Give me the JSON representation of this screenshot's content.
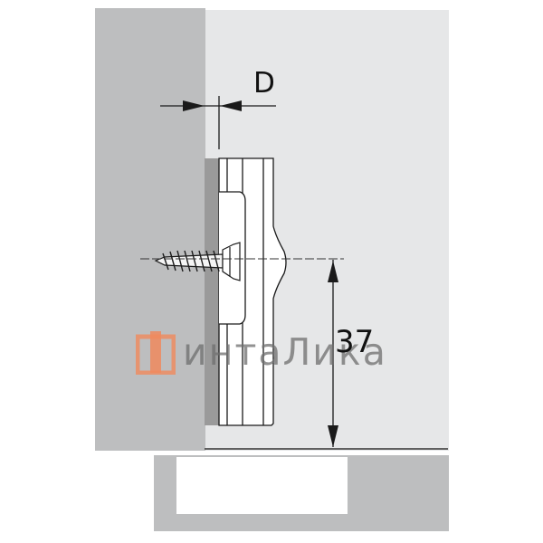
{
  "diagram": {
    "type": "technical-drawing",
    "subject": "mounting plate with screw attached to cabinet side panel",
    "dimensions": {
      "depth_label": "D",
      "height_label": "37"
    },
    "watermark": {
      "text": "интаЛика",
      "logo_color": "#f08a5d",
      "text_color": "#6e6e6e"
    },
    "colors": {
      "background": "#ffffff",
      "panel_dark": "#bdbebf",
      "panel_light": "#e6e7e8",
      "plate_fill": "#ffffff",
      "stroke": "#1a1a1a",
      "edge_strip": "#9a9a9a"
    }
  }
}
